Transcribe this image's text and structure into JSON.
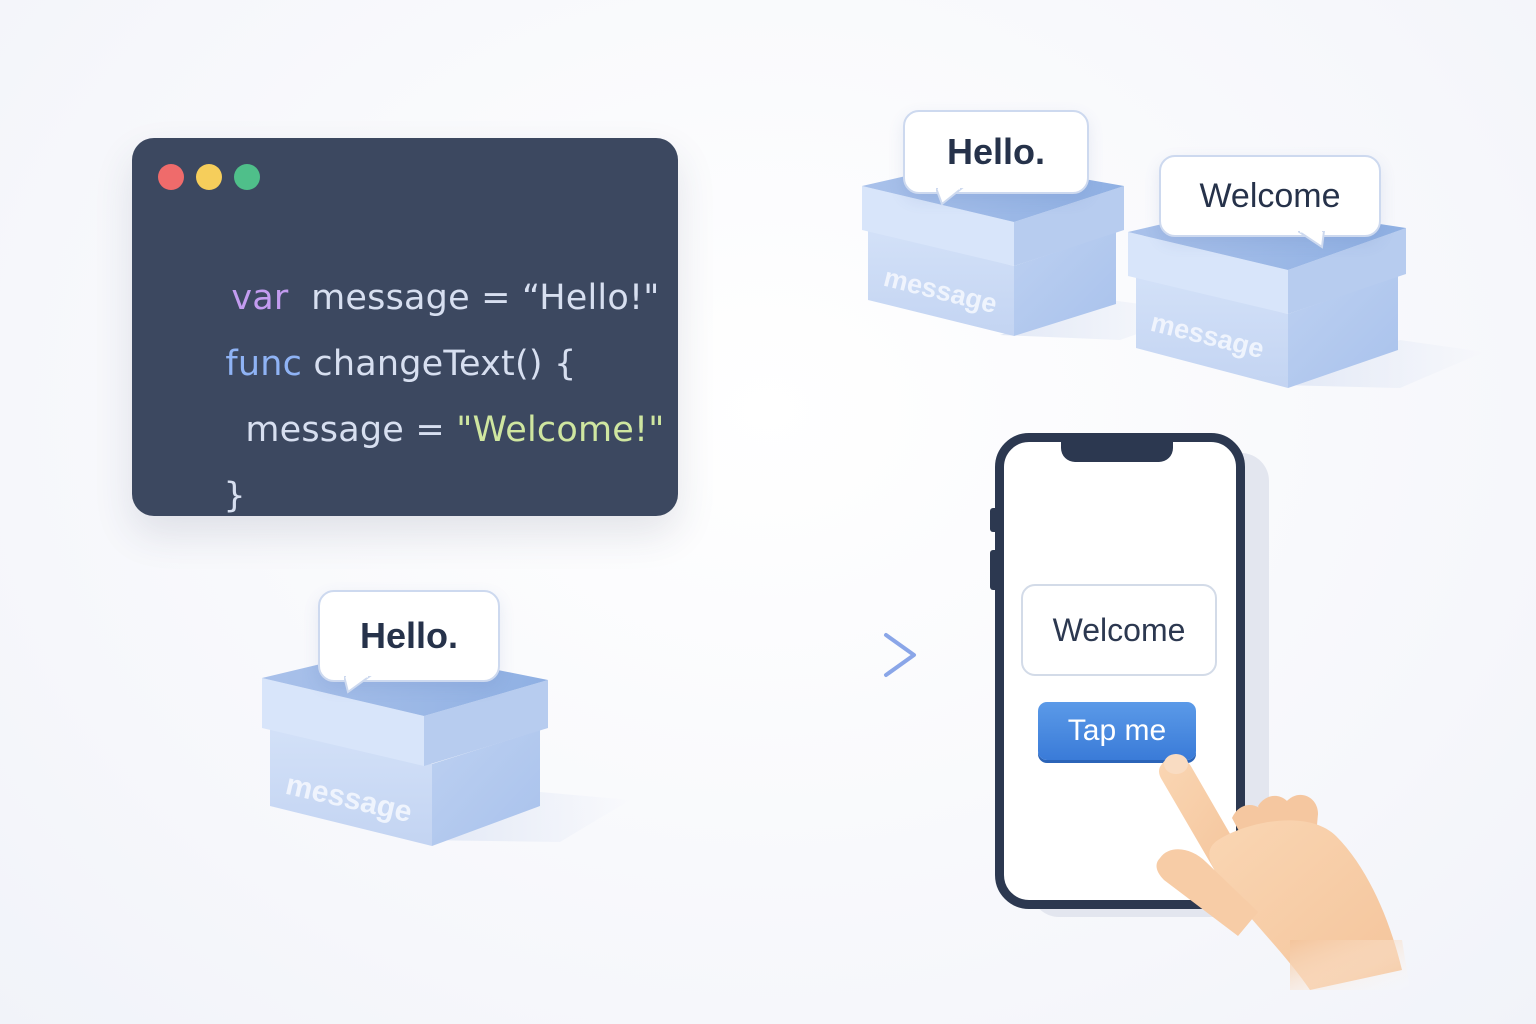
{
  "colors": {
    "editor_background": "#3c4860",
    "dot_red": "#ef6b6b",
    "dot_yellow": "#f6ce5b",
    "dot_green": "#4fbf8a",
    "keyword_var": "#c39cf0",
    "keyword_func": "#8fb3f5",
    "string": "#cfe6a0",
    "box_blue": "#c5d6f3",
    "button_blue": "#3a7bd8"
  },
  "code": {
    "line1": {
      "keyword": "var",
      "rest": "message = “Hello!\""
    },
    "line2": {
      "keyword": "func",
      "rest": "changeText() {"
    },
    "line3": {
      "plain": "message = ",
      "string": "\"Welcome!\""
    },
    "line4": {
      "plain": "}"
    }
  },
  "boxes": {
    "bottom": {
      "label": "message",
      "bubble": "Hello."
    },
    "top_left": {
      "label": "message",
      "bubble": "Hello."
    },
    "top_right": {
      "label": "message",
      "bubble": "Welcome"
    }
  },
  "phone": {
    "display_text": "Welcome",
    "button_label": "Tap me"
  },
  "icons": {
    "arrow": "arrow-right-icon",
    "hand": "pointing-hand-icon"
  }
}
